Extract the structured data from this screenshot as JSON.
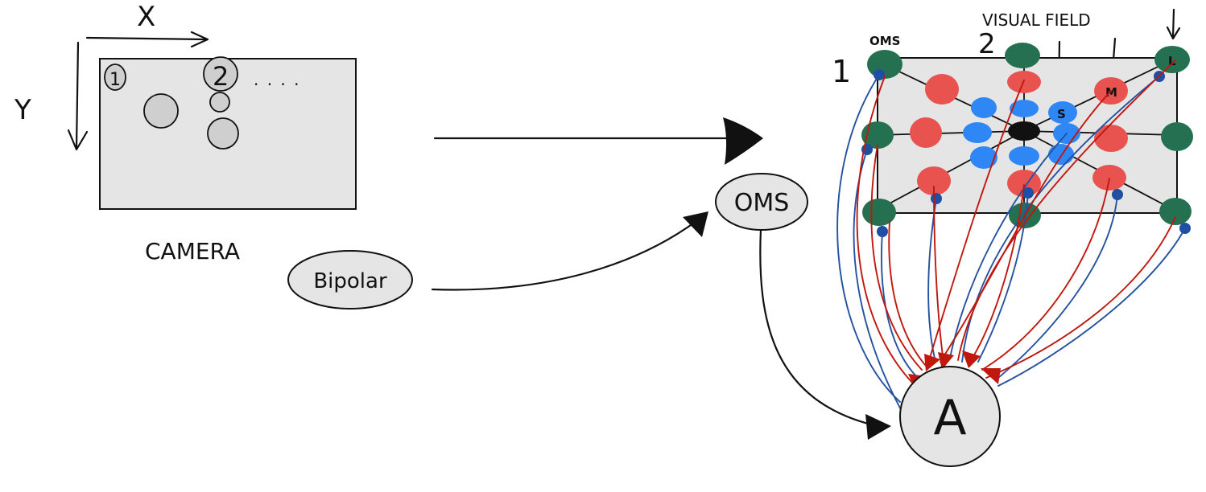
{
  "camera": {
    "x_axis_label": "X",
    "y_axis_label": "Y",
    "caption": "CAMERA",
    "blob_1_label": "1",
    "blob_2_label": "2",
    "continuation": ". . . ."
  },
  "nodes": {
    "oms_label": "OMS",
    "bipolar_label": "Bipolar",
    "amacrine_label": "A"
  },
  "visual_field": {
    "title": "VISUAL FIELD",
    "oms_label": "OMS",
    "index_1": "1",
    "index_2": "2",
    "s_label": "S",
    "m_label": "M",
    "l_label": "L"
  },
  "colors": {
    "oms_cell": "#257050",
    "l_cone": "#e8534f",
    "s_cone": "#2f86f5",
    "synapse_dot": "#1f4fa3",
    "red_wire": "#c0170f",
    "blue_wire": "#2552a0",
    "panel_fill": "#e5e5e5",
    "camera_blob": "#cfcfcf"
  }
}
